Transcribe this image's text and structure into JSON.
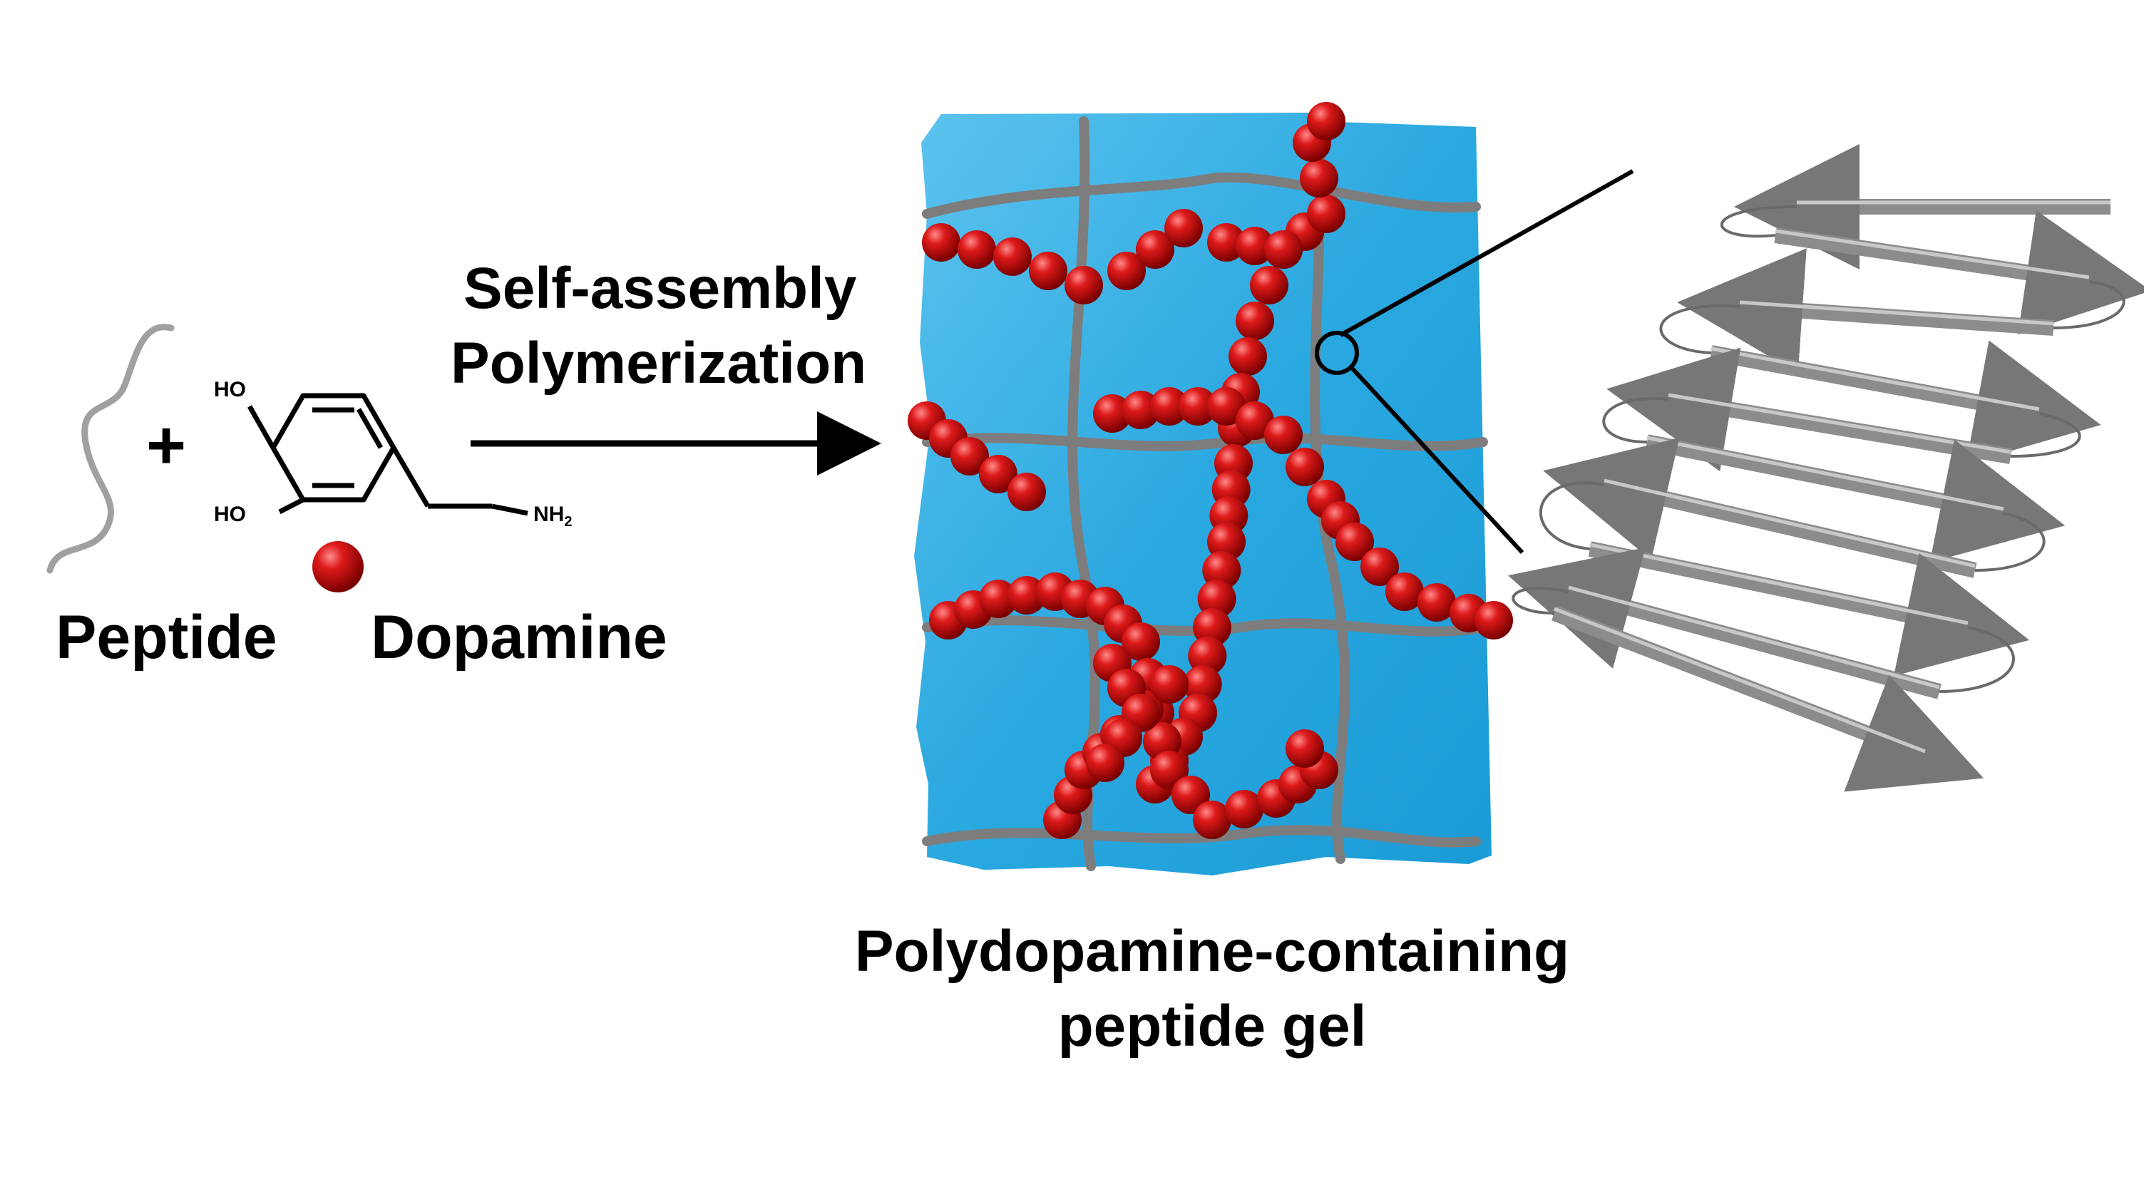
{
  "labels": {
    "peptide": "Peptide",
    "dopamine": "Dopamine",
    "step_line1": "Self-assembly",
    "step_line2": "Polymerization",
    "gel_line1": "Polydopamine-containing",
    "gel_line2": "peptide gel",
    "plus": "+",
    "ho_top": "HO",
    "ho_bottom": "HO",
    "amine": "NH",
    "amine_sub": "2"
  },
  "colors": {
    "gel_blue": "#29abe2",
    "gel_blue_light": "#6cc8f0",
    "bead_red": "#cc1111",
    "fiber_gray": "#7a7a7a",
    "sheet_gray": "#8c8c8c"
  }
}
